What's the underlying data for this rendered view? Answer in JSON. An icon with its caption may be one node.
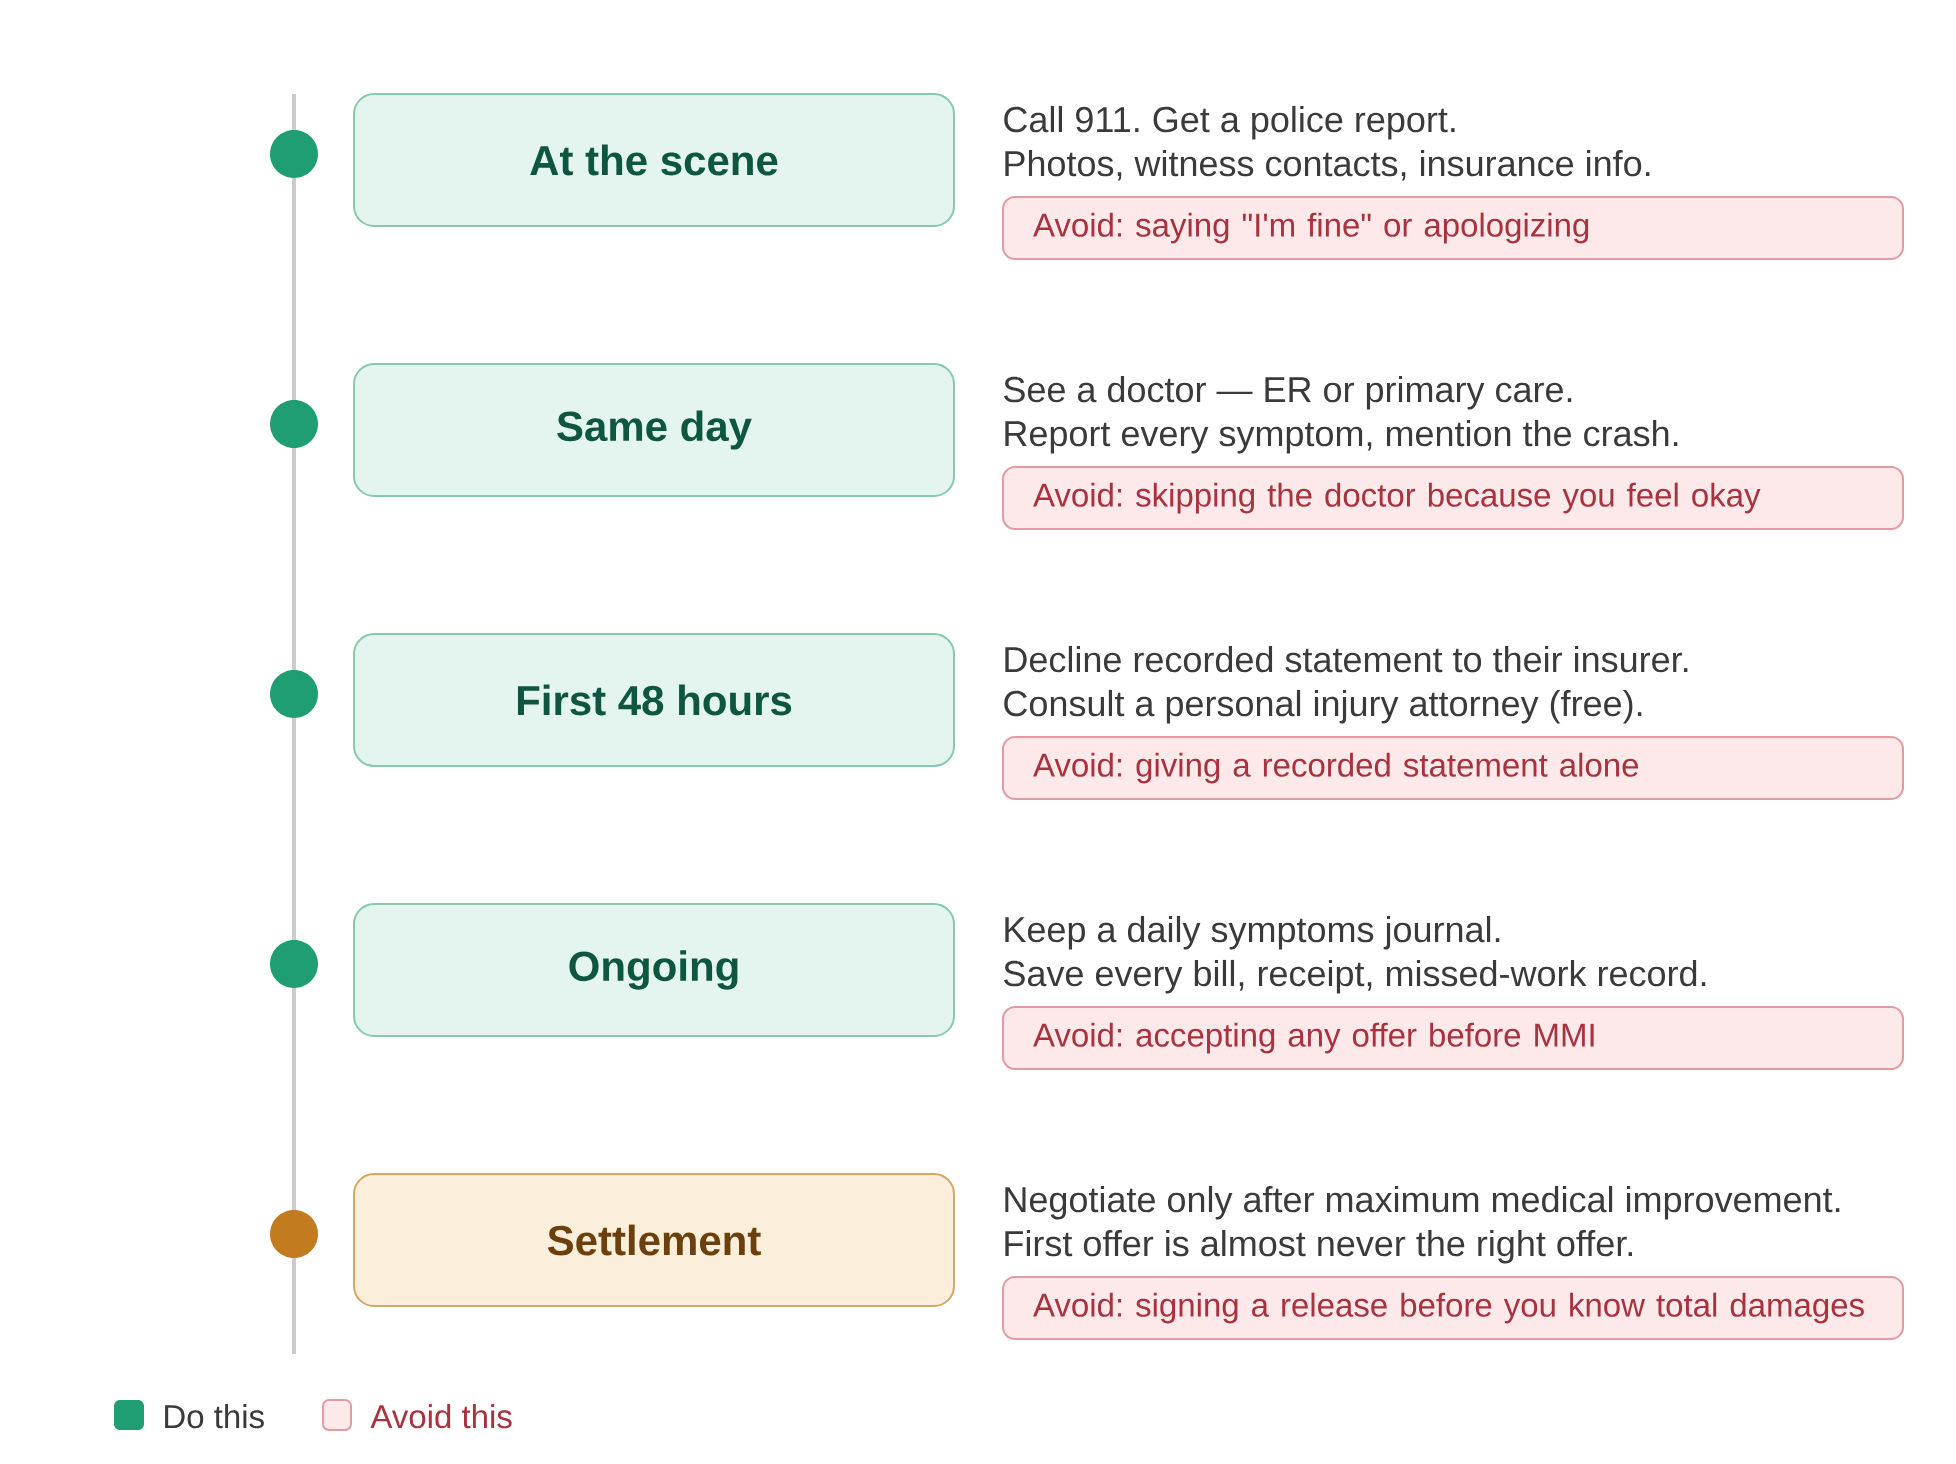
{
  "diagram": {
    "nodes": [
      {
        "text": [
          "At the scene"
        ],
        "beside": [
          "Call 911. Get a police report.",
          "Photos, witness contacts, insurance info."
        ]
      },
      {
        "text": [
          "Avoid: saying \"I'm fine\" or apologizing"
        ]
      },
      {
        "text": [
          "Same day"
        ],
        "beside": [
          "See a doctor — ER or primary care.",
          "Report every symptom, mention the crash."
        ]
      },
      {
        "text": [
          "Avoid: skipping the doctor because you feel okay"
        ]
      },
      {
        "text": [
          "First 48 hours"
        ],
        "beside": [
          "Decline recorded statement to their insurer.",
          "Consult a personal injury attorney (free)."
        ]
      },
      {
        "text": [
          "Avoid: giving a recorded statement alone"
        ]
      },
      {
        "text": [
          "Ongoing"
        ],
        "beside": [
          "Keep a daily symptoms journal.",
          "Save every bill, receipt, missed-work record."
        ]
      },
      {
        "text": [
          "Avoid: accepting any offer before MMI"
        ]
      },
      {
        "text": [
          "Settlement"
        ],
        "beside": [
          "Negotiate only after maximum medical improvement.",
          "First offer is almost never the right offer."
        ]
      },
      {
        "text": [
          "Avoid: signing a release before you know total damages"
        ]
      }
    ],
    "legend": [
      {
        "text": "Do this",
        "color": "#1f9e74"
      },
      {
        "text": "Avoid this",
        "color": "#fde8ea"
      }
    ]
  }
}
